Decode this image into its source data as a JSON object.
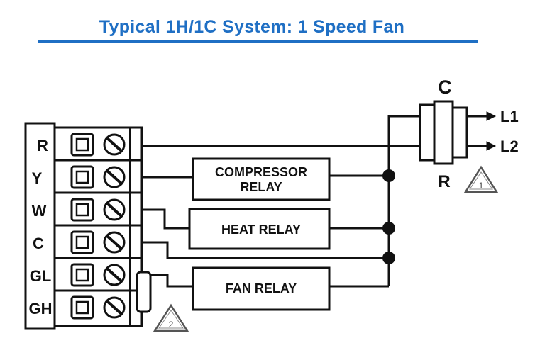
{
  "title": "Typical 1H/1C System: 1 Speed Fan",
  "terminals": [
    "R",
    "Y",
    "W",
    "C",
    "GL",
    "GH"
  ],
  "relays": {
    "compressor_line1": "COMPRESSOR",
    "compressor_line2": "RELAY",
    "heat": "HEAT RELAY",
    "fan": "FAN RELAY"
  },
  "contactor": {
    "top": "C",
    "bottom": "R"
  },
  "lines": [
    "L1",
    "L2"
  ],
  "notes": [
    "1",
    "2"
  ],
  "colors": {
    "title": "#1f6fc4",
    "rule": "#1f6fc4",
    "wire": "#111111"
  }
}
